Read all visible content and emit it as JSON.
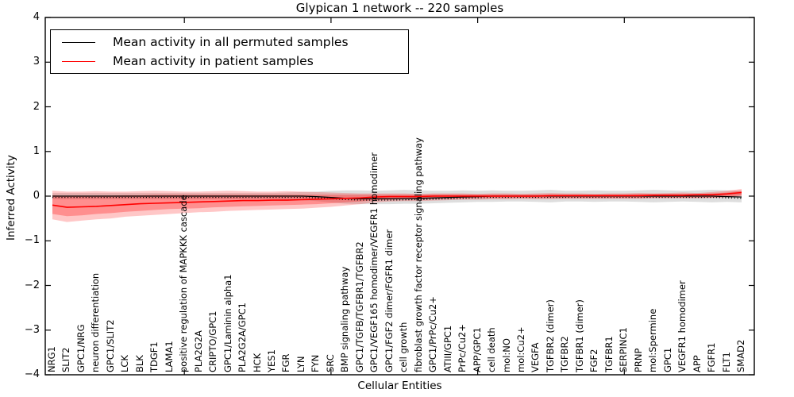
{
  "figure": {
    "title": "Glypican 1 network -- 220 samples",
    "xlabel": "Cellular Entities",
    "ylabel": "Inferred Activity"
  },
  "legend": {
    "position": "upper left",
    "entries": [
      {
        "label": "Mean activity in all permuted samples",
        "color": "#000000"
      },
      {
        "label": "Mean activity in patient samples",
        "color": "#ff0000"
      }
    ]
  },
  "chart_data": {
    "type": "line",
    "title": "Glypican 1 network -- 220 samples",
    "xlabel": "Cellular Entities",
    "ylabel": "Inferred Activity",
    "ylim": [
      -4,
      4
    ],
    "yticks": [
      4,
      3,
      2,
      1,
      0,
      -1,
      -2,
      -3,
      -4
    ],
    "ytick_labels": [
      "4",
      "3",
      "2",
      "1",
      "0",
      "−1",
      "−2",
      "−3",
      "−4"
    ],
    "xtick_major_indices": [
      9,
      19,
      29,
      39
    ],
    "grid": false,
    "legend_position": "upper left",
    "categories": [
      "NRG1",
      "SLIT2",
      "GPC1/NRG",
      "neuron differentiation",
      "GPC1/SLIT2",
      "LCK",
      "BLK",
      "TDGF1",
      "LAMA1",
      "positive regulation of MAPKKK cascade",
      "PLA2G2A",
      "CRIPTO/GPC1",
      "GPC1/Laminin alpha1",
      "PLA2G2A/GPC1",
      "HCK",
      "YES1",
      "FGR",
      "LYN",
      "FYN",
      "SRC",
      "BMP signaling pathway",
      "GPC1/TGFB/TGFBR1/TGFBR2",
      "GPC1/VEGF165 homodimer/VEGFR1 homodimer",
      "GPC1/FGF2 dimer/FGFR1 dimer",
      "cell growth",
      "fibroblast growth factor receptor signaling pathway",
      "GPC1/PrPc/Cu2+",
      "ATIII/GPC1",
      "PrPc/Cu2+",
      "APP/GPC1",
      "cell death",
      "mol:NO",
      "mol:Cu2+",
      "VEGFA",
      "TGFBR2 (dimer)",
      "TGFBR2",
      "TGFBR1 (dimer)",
      "FGF2",
      "TGFBR1",
      "SERPINC1",
      "PRNP",
      "mol:Spermine",
      "GPC1",
      "VEGFR1 homodimer",
      "APP",
      "FGFR1",
      "FLT1",
      "SMAD2"
    ],
    "series": [
      {
        "name": "Mean activity in all permuted samples",
        "color": "#000000",
        "style": "solid",
        "values": [
          0,
          0,
          0,
          0,
          0,
          0,
          0,
          0,
          0,
          0,
          0,
          0,
          0,
          0,
          0,
          0,
          0,
          0,
          -0.01,
          -0.03,
          -0.05,
          -0.06,
          -0.06,
          -0.06,
          -0.055,
          -0.05,
          -0.04,
          -0.03,
          -0.02,
          -0.01,
          0,
          0,
          0,
          0,
          0,
          0,
          0,
          0,
          0,
          0,
          0,
          0,
          0,
          0,
          0,
          0,
          -0.01,
          -0.02
        ]
      },
      {
        "name": "Mean activity in patient samples",
        "color": "#ff0000",
        "style": "solid",
        "values": [
          -0.2,
          -0.25,
          -0.24,
          -0.23,
          -0.21,
          -0.19,
          -0.17,
          -0.16,
          -0.15,
          -0.14,
          -0.13,
          -0.12,
          -0.11,
          -0.1,
          -0.1,
          -0.09,
          -0.09,
          -0.08,
          -0.07,
          -0.06,
          -0.05,
          -0.04,
          -0.02,
          -0.01,
          -0.01,
          -0.01,
          0,
          0,
          0,
          0,
          0,
          0,
          0,
          0,
          0.01,
          0.01,
          0.01,
          0.01,
          0.01,
          0.01,
          0.01,
          0.02,
          0.02,
          0.02,
          0.03,
          0.03,
          0.05,
          0.08
        ]
      }
    ],
    "dotted_overlay": {
      "name": "permuted mean dotted underline",
      "color": "#000000",
      "offset_from_series": 0,
      "offset_value": -0.028
    },
    "bands": [
      {
        "name": "permuted samples spread",
        "color": "rgba(0,0,0,0.13)",
        "upper": [
          0.07,
          0.07,
          0.07,
          0.07,
          0.07,
          0.07,
          0.07,
          0.07,
          0.07,
          0.07,
          0.07,
          0.07,
          0.07,
          0.07,
          0.07,
          0.07,
          0.08,
          0.09,
          0.1,
          0.12,
          0.13,
          0.13,
          0.12,
          0.13,
          0.14,
          0.13,
          0.12,
          0.12,
          0.13,
          0.12,
          0.13,
          0.12,
          0.12,
          0.13,
          0.14,
          0.12,
          0.12,
          0.13,
          0.12,
          0.12,
          0.13,
          0.14,
          0.13,
          0.12,
          0.13,
          0.14,
          0.13,
          0.12
        ],
        "lower": [
          -0.07,
          -0.07,
          -0.07,
          -0.07,
          -0.07,
          -0.07,
          -0.07,
          -0.07,
          -0.07,
          -0.07,
          -0.07,
          -0.07,
          -0.07,
          -0.07,
          -0.07,
          -0.07,
          -0.08,
          -0.09,
          -0.11,
          -0.14,
          -0.17,
          -0.18,
          -0.18,
          -0.18,
          -0.17,
          -0.17,
          -0.16,
          -0.15,
          -0.14,
          -0.13,
          -0.13,
          -0.12,
          -0.12,
          -0.13,
          -0.14,
          -0.12,
          -0.12,
          -0.13,
          -0.12,
          -0.12,
          -0.13,
          -0.14,
          -0.13,
          -0.12,
          -0.13,
          -0.14,
          -0.13,
          -0.14
        ]
      },
      {
        "name": "patient samples spread outer",
        "color": "rgba(255,0,0,0.22)",
        "upper": [
          0.12,
          0.1,
          0.1,
          0.11,
          0.1,
          0.1,
          0.11,
          0.12,
          0.11,
          0.1,
          0.1,
          0.11,
          0.12,
          0.11,
          0.1,
          0.1,
          0.11,
          0.1,
          0.09,
          0.08,
          0.07,
          0.06,
          0.06,
          0.06,
          0.06,
          0.05,
          0.06,
          0.06,
          0.06,
          0.05,
          0.06,
          0.06,
          0.05,
          0.06,
          0.07,
          0.06,
          0.06,
          0.05,
          0.06,
          0.06,
          0.07,
          0.06,
          0.07,
          0.08,
          0.07,
          0.09,
          0.12,
          0.16
        ],
        "lower": [
          -0.52,
          -0.58,
          -0.55,
          -0.52,
          -0.5,
          -0.46,
          -0.44,
          -0.42,
          -0.4,
          -0.38,
          -0.36,
          -0.35,
          -0.33,
          -0.32,
          -0.31,
          -0.3,
          -0.29,
          -0.28,
          -0.26,
          -0.24,
          -0.21,
          -0.18,
          -0.14,
          -0.12,
          -0.11,
          -0.11,
          -0.1,
          -0.09,
          -0.08,
          -0.08,
          -0.07,
          -0.07,
          -0.06,
          -0.07,
          -0.07,
          -0.06,
          -0.06,
          -0.06,
          -0.06,
          -0.06,
          -0.06,
          -0.05,
          -0.05,
          -0.05,
          -0.05,
          -0.04,
          -0.02,
          0.0
        ]
      },
      {
        "name": "patient samples spread inner",
        "color": "rgba(255,0,0,0.28)",
        "upper": [
          0.02,
          0.0,
          0.0,
          0.01,
          0.01,
          0.02,
          0.02,
          0.03,
          0.03,
          0.03,
          0.03,
          0.03,
          0.03,
          0.03,
          0.03,
          0.03,
          0.03,
          0.03,
          0.03,
          0.03,
          0.03,
          0.03,
          0.03,
          0.03,
          0.03,
          0.03,
          0.04,
          0.04,
          0.04,
          0.04,
          0.04,
          0.04,
          0.04,
          0.04,
          0.04,
          0.04,
          0.04,
          0.04,
          0.04,
          0.04,
          0.05,
          0.05,
          0.05,
          0.05,
          0.05,
          0.06,
          0.08,
          0.12
        ],
        "lower": [
          -0.4,
          -0.45,
          -0.43,
          -0.4,
          -0.38,
          -0.35,
          -0.33,
          -0.31,
          -0.29,
          -0.28,
          -0.27,
          -0.25,
          -0.24,
          -0.23,
          -0.22,
          -0.21,
          -0.2,
          -0.19,
          -0.18,
          -0.16,
          -0.14,
          -0.12,
          -0.09,
          -0.08,
          -0.07,
          -0.07,
          -0.06,
          -0.05,
          -0.05,
          -0.04,
          -0.04,
          -0.04,
          -0.04,
          -0.04,
          -0.04,
          -0.04,
          -0.04,
          -0.04,
          -0.04,
          -0.04,
          -0.04,
          -0.03,
          -0.03,
          -0.03,
          -0.03,
          -0.03,
          -0.02,
          0.02
        ]
      }
    ]
  }
}
